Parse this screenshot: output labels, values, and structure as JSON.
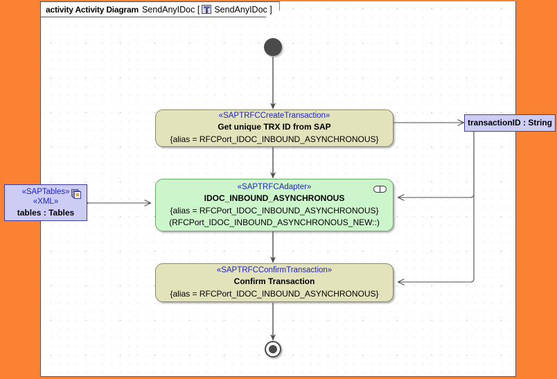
{
  "frame": {
    "keyword": "activity Activity Diagram",
    "diagram_name": "SendAnyIDoc [",
    "icon": "activity-diagram-icon",
    "qualified_name": "SendAnyIDoc ]"
  },
  "nodes": [
    {
      "id": "initial",
      "type": "initial-node",
      "name": "initial-node"
    },
    {
      "id": "create-transaction",
      "type": "action",
      "fill": "#e2e2bb",
      "stereotype": "«SAPTRFCCreateTransaction»",
      "name": "Get unique TRX ID from SAP",
      "property": "{alias = RFCPort_IDOC_INBOUND_ASYNCHRONOUS}"
    },
    {
      "id": "rfc-adapter",
      "type": "action",
      "fill": "#ccf5cb",
      "stereotype": "«SAPTRFCAdapter»",
      "name": "IDOC_INBOUND_ASYNCHRONOUS",
      "property": "{alias = RFCPort_IDOC_INBOUND_ASYNCHRONOUS}",
      "property2": "(RFCPort_IDOC_INBOUND_ASYNCHRONOUS_NEW::)",
      "marker": "behavior-marker-icon"
    },
    {
      "id": "confirm-transaction",
      "type": "action",
      "fill": "#e2e2bb",
      "stereotype": "«SAPTRFCConfirmTransaction»",
      "name": "Confirm Transaction",
      "property": "{alias = RFCPort_IDOC_INBOUND_ASYNCHRONOUS}"
    },
    {
      "id": "final",
      "type": "final-node",
      "name": "activity-final-node"
    }
  ],
  "object_nodes": [
    {
      "id": "tables",
      "stereotype1": "«SAPTables»",
      "stereotype2": "«XML»",
      "name": "tables : Tables",
      "icon": "multi-document-icon"
    },
    {
      "id": "transaction-id",
      "name": "transactionID : String"
    }
  ],
  "colors": {
    "canvas_background": "#fb8232",
    "frame_background": "#ffffff",
    "action_khaki": "#e2e2bb",
    "action_green": "#ccf5cb",
    "object_lavender": "#ccccf5",
    "stereotype_text": "#2323c8",
    "edge": "#4d4d4d"
  }
}
